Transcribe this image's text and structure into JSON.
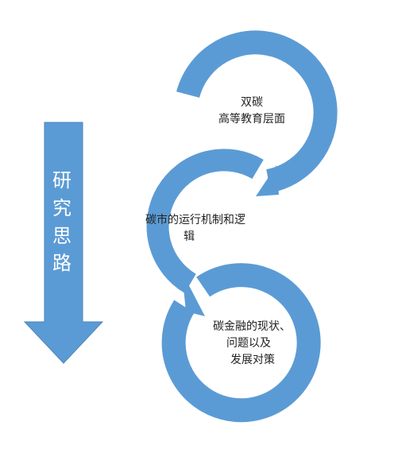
{
  "side_title": [
    "研",
    "究",
    "思",
    "路"
  ],
  "steps": [
    {
      "lines": [
        "双碳",
        "高等教育层面"
      ]
    },
    {
      "lines": [
        "碳市的运行机制和逻",
        "辑"
      ]
    },
    {
      "lines": [
        "碳金融的现状、",
        "问题以及",
        "发展对策"
      ]
    }
  ],
  "colors": {
    "fill": "#5b9bd5",
    "outline": "#4a86bd",
    "label_text": "#ffffff",
    "body_text": "#222222"
  }
}
